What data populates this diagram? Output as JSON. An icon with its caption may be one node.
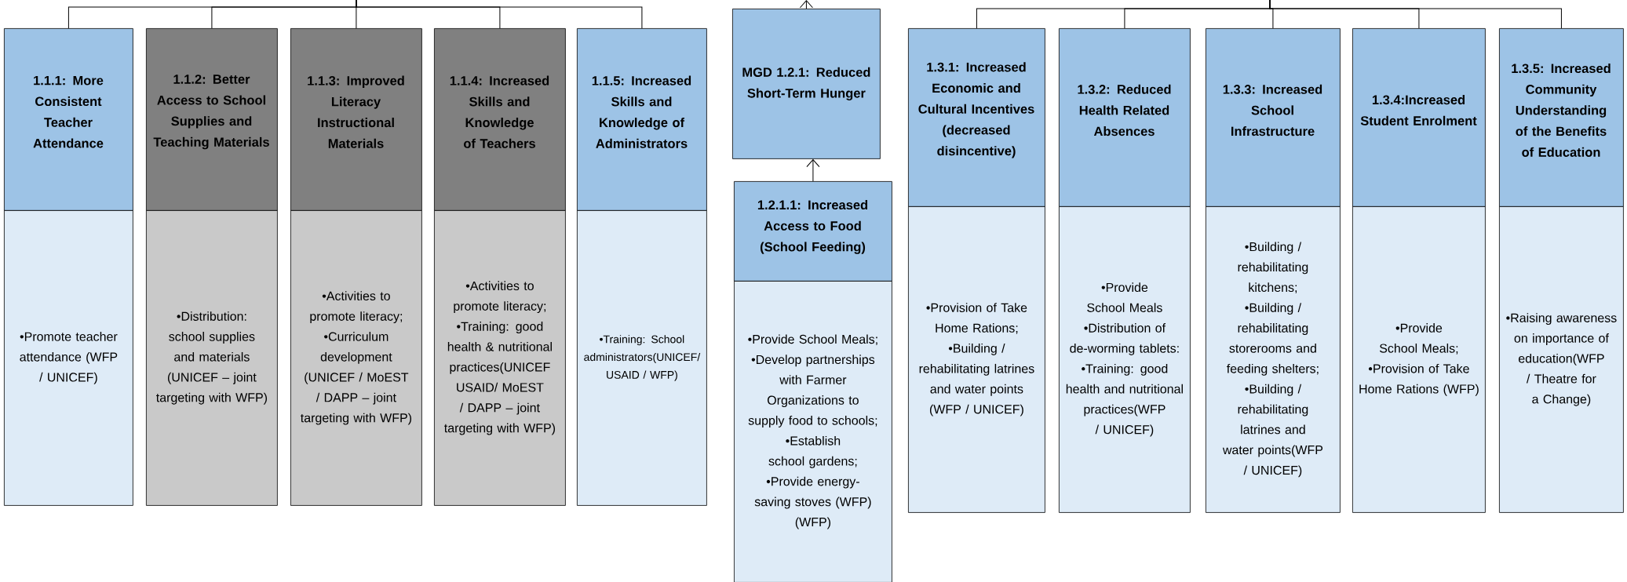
{
  "diagram": {
    "nodes": [
      {
        "text": [
          "1.1.1: More Consistent Teacher Attendance"
        ]
      },
      {
        "text": [
          "•Promote teacher attendance (WFP / UNICEF)"
        ]
      },
      {
        "text": [
          "1.1.2: Better Access to School Supplies and Teaching Materials"
        ]
      },
      {
        "text": [
          "•Distribution: school supplies and materials (UNICEF – joint targeting with WFP)"
        ]
      },
      {
        "text": [
          "1.1.3: Improved Literacy Instructional Materials"
        ]
      },
      {
        "text": [
          "•Activities to promote literacy;",
          "•Curriculum development (UNICEF / MoEST / DAPP – joint targeting with WFP)"
        ]
      },
      {
        "text": [
          "1.1.4: Increased Skills and Knowledge of Teachers"
        ]
      },
      {
        "text": [
          "•Activities to promote literacy;",
          "•Training: good health & nutritional practices(UNICEF USAID/ MoEST / DAPP – joint targeting with WFP)"
        ]
      },
      {
        "text": [
          "1.1.5: Increased Skills and Knowledge of Administrators"
        ]
      },
      {
        "text": [
          "•Training: School administrators(UNICEF/ USAID / WFP)"
        ]
      },
      {
        "text": [
          "MGD 1.2.1: Reduced Short-Term Hunger"
        ]
      },
      {
        "text": [
          "1.2.1.1: Increased Access to Food (School Feeding)"
        ]
      },
      {
        "text": [
          "•Provide School Meals;",
          "•Develop partnerships with Farmer Organizations to supply food to schools;",
          "•Establish school gardens;",
          "•Provide energy-saving stoves (WFP)",
          "(WFP)"
        ]
      },
      {
        "text": [
          "1.3.1: Increased Economic and Cultural Incentives (decreased disincentive)"
        ]
      },
      {
        "text": [
          "•Provision of Take Home Rations;",
          "•Building / rehabilitating latrines and water points (WFP / UNICEF)"
        ]
      },
      {
        "text": [
          "1.3.2: Reduced Health Related Absences"
        ]
      },
      {
        "text": [
          "•Provide School Meals",
          "•Distribution of de-worming tablets:",
          "•Training: good health and nutritional practices(WFP / UNICEF)"
        ]
      },
      {
        "text": [
          "1.3.3: Increased School Infrastructure"
        ]
      },
      {
        "text": [
          "•Building / rehabilitating kitchens;",
          "•Building / rehabilitating storerooms and feeding shelters;",
          "•Building / rehabilitating latrines and water points(WFP / UNICEF)"
        ]
      },
      {
        "text": [
          "1.3.4:Increased Student Enrolment"
        ]
      },
      {
        "text": [
          "•Provide School Meals;",
          "•Provision of Take Home Rations (WFP)"
        ]
      },
      {
        "text": [
          "1.3.5: Increased Community Understanding of the Benefits of Education"
        ]
      },
      {
        "text": [
          "•Raising awareness on importance of education(WFP / Theatre for a Change)"
        ]
      }
    ],
    "edges": [
      {
        "from": null,
        "to": 0,
        "arrow": "none"
      },
      {
        "from": null,
        "to": 2,
        "arrow": "none"
      },
      {
        "from": null,
        "to": 4,
        "arrow": "none"
      },
      {
        "from": null,
        "to": 6,
        "arrow": "none"
      },
      {
        "from": null,
        "to": 8,
        "arrow": "none"
      },
      {
        "from": 10,
        "to": null,
        "arrow": "to"
      },
      {
        "from": 11,
        "to": 10,
        "arrow": "to"
      },
      {
        "from": null,
        "to": 13,
        "arrow": "none"
      },
      {
        "from": null,
        "to": 15,
        "arrow": "none"
      },
      {
        "from": null,
        "to": 17,
        "arrow": "none"
      },
      {
        "from": null,
        "to": 19,
        "arrow": "none"
      },
      {
        "from": null,
        "to": 21,
        "arrow": "none"
      }
    ]
  }
}
